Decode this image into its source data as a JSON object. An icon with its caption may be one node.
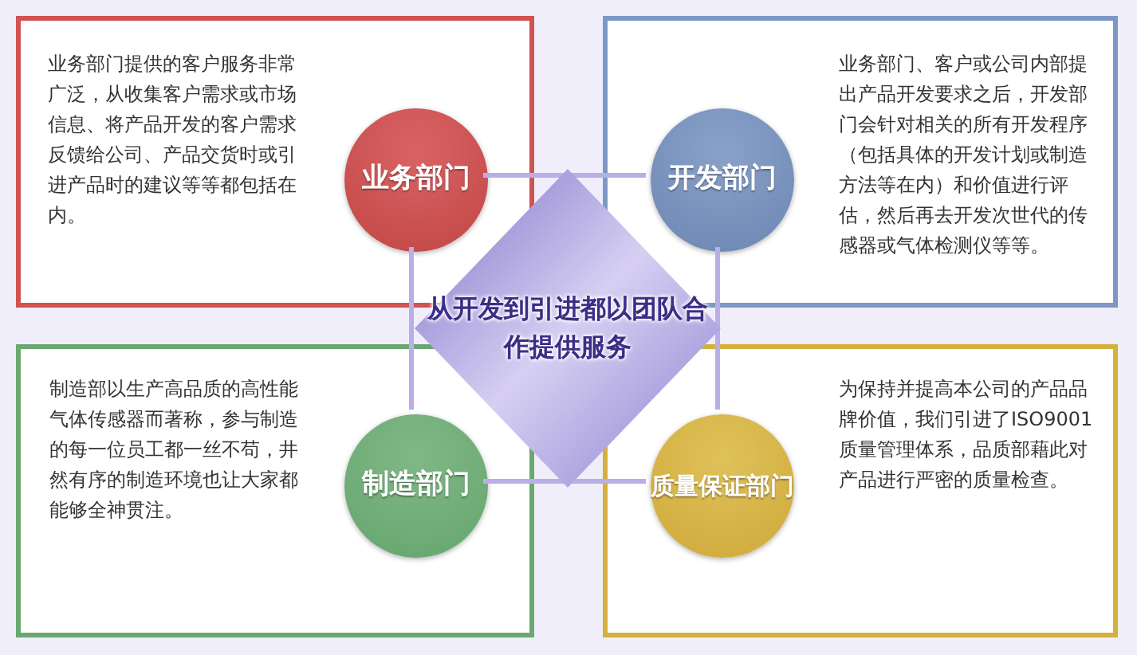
{
  "diagram": {
    "nodes": [
      {
        "text": [
          "业务部门提供的客户服务非常广泛，从收集客户需求或市场信息、将产品开发的客户需求反馈给公司、产品交货时或引进产品时的建议等等都包括在内。"
        ]
      },
      {
        "text": [
          "业务部门"
        ],
        "in": 0
      },
      {
        "text": [
          "业务部门、客户或公司内部提出产品开发要求之后，开发部门会针对相关的所有开发程序（包括具体的开发计划或制造方法等在内）和价值进行评估，然后再去开发次世代的传感器或气体检测仪等等。"
        ]
      },
      {
        "text": [
          "开发部门"
        ],
        "in": 2
      },
      {
        "text": [
          "制造部以生产高品质的高性能气体传感器而著称，参与制造的每一位员工都一丝不苟，井然有序的制造环境也让大家都能够全神贯注。"
        ]
      },
      {
        "text": [
          "制造部门"
        ],
        "in": 4
      },
      {
        "text": [
          "为保持并提高本公司的产品品牌价值，我们引进了ISO9001 质量管理体系，品质部藉此对产品进行严密的质量检查。"
        ]
      },
      {
        "text": [
          "质量保证部门"
        ],
        "in": 6
      },
      {
        "text": [
          "从开发到引进都以团队合作提供服务"
        ]
      }
    ],
    "edges": [
      {
        "from": 1,
        "to": 3,
        "arrow": "none"
      },
      {
        "from": 1,
        "to": 5,
        "arrow": "none"
      },
      {
        "from": 3,
        "to": 7,
        "arrow": "none"
      },
      {
        "from": 5,
        "to": 7,
        "arrow": "none"
      }
    ]
  }
}
